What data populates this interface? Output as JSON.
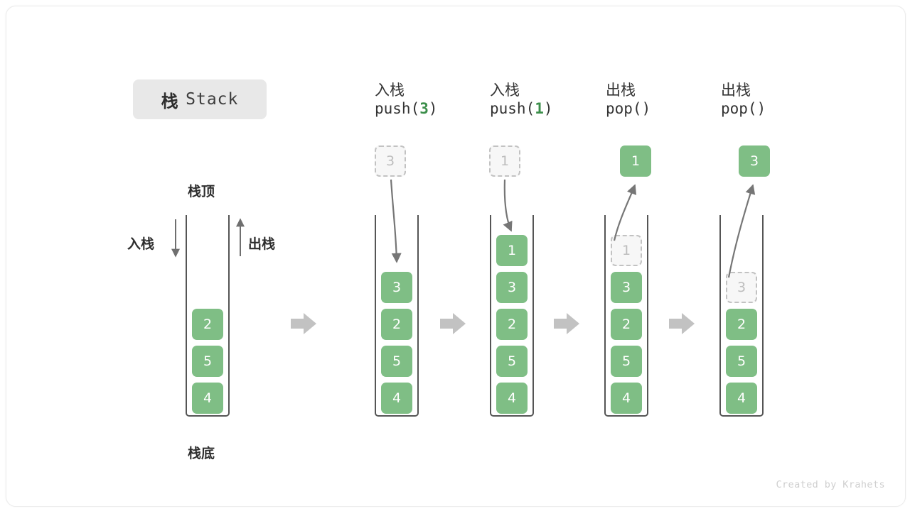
{
  "title": {
    "cn": "栈",
    "en": "Stack"
  },
  "labels": {
    "top": "栈顶",
    "bottom": "栈底",
    "push_side": "入栈",
    "pop_side": "出栈"
  },
  "footer": "Created by Krahets",
  "colors": {
    "element_fill": "#7fbe85",
    "element_text": "#ffffff",
    "ghost_fill": "#f7f7f7",
    "ghost_border": "#c2c2c2",
    "ghost_text": "#bdbdbd",
    "frame_stroke": "#555555",
    "arrow_gray": "#808080",
    "step_arrow": "#c2c2c2",
    "code_arg_green": "#3b8e4a",
    "chip_bg": "#e8e8e8"
  },
  "panels": [
    {
      "id": "initial",
      "header_op": "",
      "header_code": "",
      "header_arg": "",
      "stack": [
        "2",
        "5",
        "4"
      ],
      "ghost_in_stack": null,
      "floating": null
    },
    {
      "id": "push-3",
      "header_op": "入栈",
      "header_code_prefix": "push(",
      "header_arg": "3",
      "header_code_suffix": ")",
      "stack": [
        "3",
        "2",
        "5",
        "4"
      ],
      "ghost_in_stack": null,
      "floating": {
        "kind": "ghost",
        "value": "3"
      },
      "arrow": "down"
    },
    {
      "id": "push-1",
      "header_op": "入栈",
      "header_code_prefix": "push(",
      "header_arg": "1",
      "header_code_suffix": ")",
      "stack": [
        "1",
        "3",
        "2",
        "5",
        "4"
      ],
      "ghost_in_stack": null,
      "floating": {
        "kind": "ghost",
        "value": "1"
      },
      "arrow": "down"
    },
    {
      "id": "pop-1",
      "header_op": "出栈",
      "header_code_prefix": "pop(",
      "header_arg": "",
      "header_code_suffix": ")",
      "stack": [
        "3",
        "2",
        "5",
        "4"
      ],
      "ghost_in_stack": "1",
      "floating": {
        "kind": "solid",
        "value": "1"
      },
      "arrow": "up"
    },
    {
      "id": "pop-2",
      "header_op": "出栈",
      "header_code_prefix": "pop(",
      "header_arg": "",
      "header_code_suffix": ")",
      "stack": [
        "2",
        "5",
        "4"
      ],
      "ghost_in_stack": "3",
      "floating": {
        "kind": "solid",
        "value": "3"
      },
      "arrow": "up"
    }
  ],
  "step_arrow_count": 4
}
